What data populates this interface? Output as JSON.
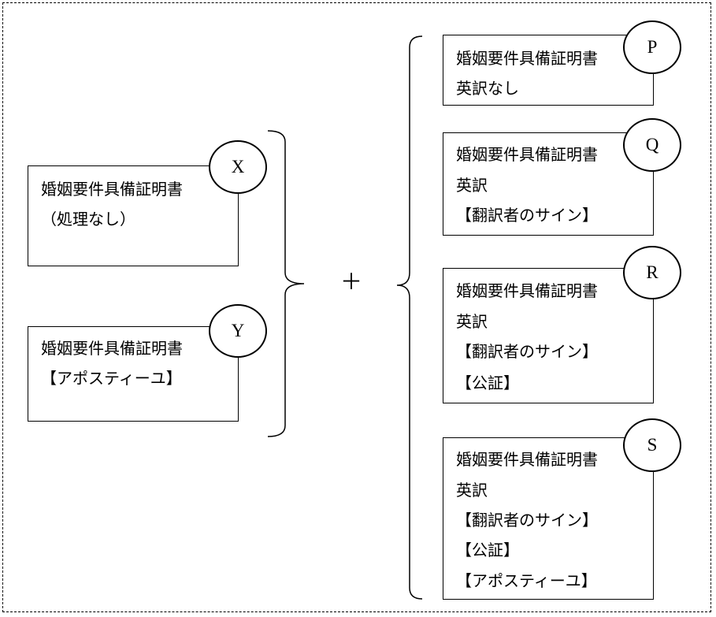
{
  "left_group": {
    "boxes": [
      {
        "label": "X",
        "lines": [
          "婚姻要件具備証明書",
          "（処理なし）"
        ]
      },
      {
        "label": "Y",
        "lines": [
          "婚姻要件具備証明書",
          "【アポスティーユ】"
        ]
      }
    ]
  },
  "operator": "＋",
  "right_group": {
    "boxes": [
      {
        "label": "P",
        "lines": [
          "婚姻要件具備証明書",
          "英訳なし"
        ]
      },
      {
        "label": "Q",
        "lines": [
          "婚姻要件具備証明書",
          "英訳",
          "【翻訳者のサイン】"
        ]
      },
      {
        "label": "R",
        "lines": [
          "婚姻要件具備証明書",
          "英訳",
          "【翻訳者のサイン】",
          "【公証】"
        ]
      },
      {
        "label": "S",
        "lines": [
          "婚姻要件具備証明書",
          "英訳",
          "【翻訳者のサイン】",
          "【公証】",
          "【アポスティーユ】"
        ]
      }
    ]
  }
}
